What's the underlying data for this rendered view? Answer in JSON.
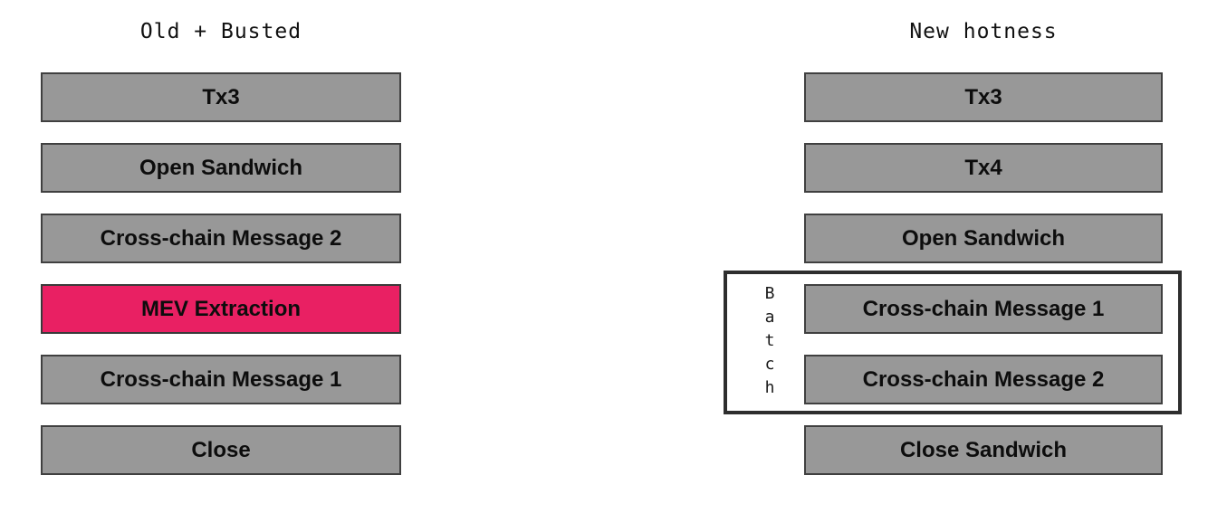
{
  "diagram": {
    "left": {
      "title": "Old + Busted",
      "boxes": [
        {
          "label": "Tx3",
          "highlight": false
        },
        {
          "label": "Open Sandwich",
          "highlight": false
        },
        {
          "label": "Cross-chain Message 2",
          "highlight": false
        },
        {
          "label": "MEV Extraction",
          "highlight": true
        },
        {
          "label": "Cross-chain Message 1",
          "highlight": false
        },
        {
          "label": "Close",
          "highlight": false
        }
      ]
    },
    "right": {
      "title": "New hotness",
      "boxes": [
        {
          "label": "Tx3",
          "in_batch": false
        },
        {
          "label": "Tx4",
          "in_batch": false
        },
        {
          "label": "Open Sandwich",
          "in_batch": false
        },
        {
          "label": "Cross-chain Message 1",
          "in_batch": true
        },
        {
          "label": "Cross-chain Message 2",
          "in_batch": true
        },
        {
          "label": "Close Sandwich",
          "in_batch": false
        }
      ],
      "batch": {
        "label": "Batch",
        "contains": [
          "Cross-chain Message 1",
          "Cross-chain Message 2"
        ]
      }
    },
    "colors": {
      "background": "#ffffff",
      "box_fill": "#989898",
      "box_border": "#404040",
      "highlight_fill": "#e92063",
      "batch_frame_border": "#2e2e2e",
      "text": "#0d0d0d"
    }
  }
}
